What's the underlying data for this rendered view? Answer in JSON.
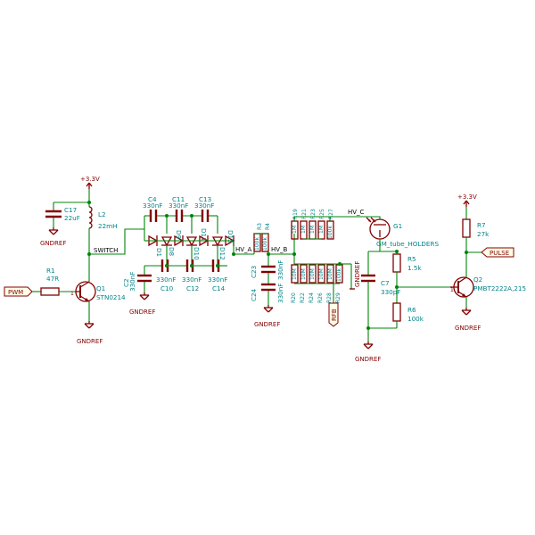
{
  "power": {
    "v33_left": "+3.3V",
    "v33_right": "+3.3V",
    "gnd": "GNDREF"
  },
  "nets": {
    "switch": "SWITCH",
    "hv_a": "HV_A",
    "hv_b": "HV_B",
    "hv_c": "HV_C",
    "gm_tube": "GM_tube_HOLDERS"
  },
  "ports": {
    "pwm": "PWM",
    "pulse": "PULSE",
    "rfb": "RFB"
  },
  "pin_numbers": {
    "q1_base": "1",
    "q2_base": "1"
  },
  "components": {
    "c17": {
      "ref": "C17",
      "value": "22uF"
    },
    "l2": {
      "ref": "L2",
      "value": "22mH"
    },
    "r1": {
      "ref": "R1",
      "value": "47R"
    },
    "q1": {
      "ref": "Q1",
      "value": "STN0214"
    },
    "c4": {
      "ref": "C4",
      "value": "330nF"
    },
    "c11": {
      "ref": "C11",
      "value": "330nF"
    },
    "c13": {
      "ref": "C13",
      "value": "330nF"
    },
    "c2": {
      "ref": "C2",
      "value": "330nF"
    },
    "c10": {
      "ref": "C10",
      "value": "330nF"
    },
    "c12": {
      "ref": "C12",
      "value": "330nF"
    },
    "c14": {
      "ref": "C14",
      "value": "330nF"
    },
    "d1": "D1",
    "d8": "D8",
    "d9": "D9",
    "d10": "D10",
    "d11": "D11",
    "d12": "D12",
    "d13": "D13",
    "r3": {
      "ref": "R3",
      "value": "100k"
    },
    "r4": {
      "ref": "R4",
      "value": "100k"
    },
    "c23": {
      "ref": "C23",
      "value": "330nF"
    },
    "c24": {
      "ref": "C24",
      "value": "330nF"
    },
    "r19": {
      "ref": "R19",
      "value": "1M"
    },
    "r21": {
      "ref": "R21",
      "value": "1M"
    },
    "r23": {
      "ref": "R23",
      "value": "1M"
    },
    "r25": {
      "ref": "R25",
      "value": "1M"
    },
    "r27": {
      "ref": "R27",
      "value": "100k"
    },
    "r20": {
      "ref": "R20",
      "value": "10M"
    },
    "r22": {
      "ref": "R22",
      "value": "10M"
    },
    "r24": {
      "ref": "R24",
      "value": "10M"
    },
    "r26": {
      "ref": "R26",
      "value": "10M"
    },
    "r28": {
      "ref": "R28",
      "value": "10M"
    },
    "r29": {
      "ref": "R29",
      "value": "100k"
    },
    "g1": "G1",
    "r5": {
      "ref": "R5",
      "value": "1.5k"
    },
    "c7": {
      "ref": "C7",
      "value": "330pF"
    },
    "r6": {
      "ref": "R6",
      "value": "100k"
    },
    "r7": {
      "ref": "R7",
      "value": "27k"
    },
    "q2": {
      "ref": "Q2",
      "value": "PMBT2222A,215"
    }
  }
}
